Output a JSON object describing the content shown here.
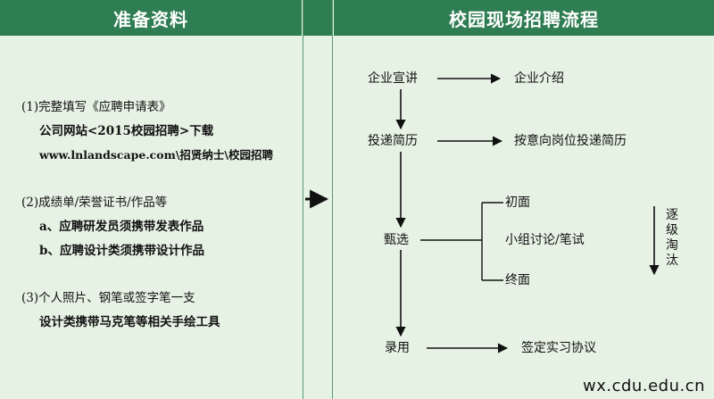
{
  "left_header": "准备资料",
  "right_header": "校园现场招聘流程",
  "materials": {
    "item1": {
      "title": "(1)完整填写《应聘申请表》",
      "line1": "公司网站<2015校园招聘>下载",
      "line2": "www.lnlandscape.com\\招贤纳士\\校园招聘"
    },
    "item2": {
      "title": "(2)成绩单/荣誉证书/作品等",
      "line1": "a、应聘研发员须携带发表作品",
      "line2": "b、应聘设计类须携带设计作品"
    },
    "item3": {
      "title": "(3)个人照片、钢笔或签字笔一支",
      "line1": "设计类携带马克笔等相关手绘工具"
    }
  },
  "flow": {
    "step1": "企业宣讲",
    "step1_result": "企业介绍",
    "step2": "投递简历",
    "step2_result": "按意向岗位投递简历",
    "step3": "甄选",
    "branch1": "初面",
    "branch2": "小组讨论/笔试",
    "branch3": "终面",
    "elimination": [
      "逐",
      "级",
      "淘",
      "汰"
    ],
    "step4": "录用",
    "step4_result": "签定实习协议"
  },
  "watermark": "wx.cdu.edu.cn"
}
